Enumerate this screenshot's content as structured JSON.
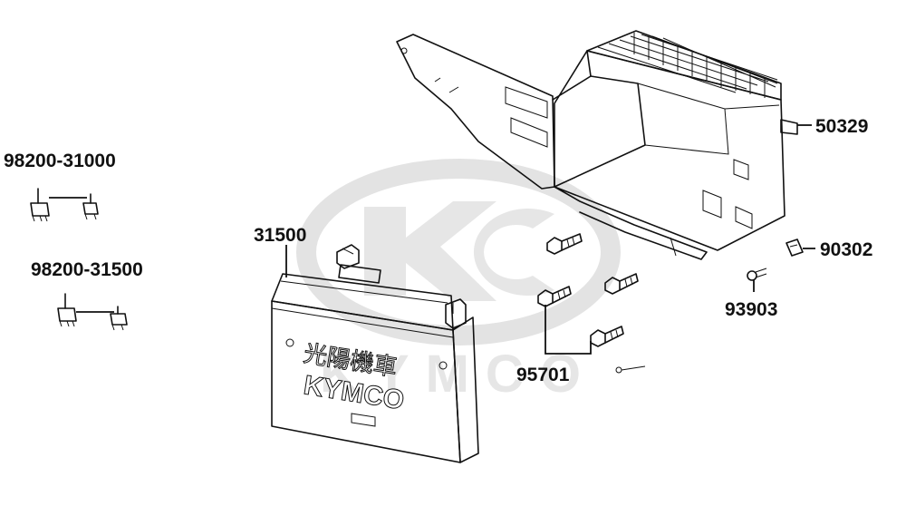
{
  "watermark": {
    "logo": "KYMCO",
    "color": "#e3e3e3"
  },
  "labels": {
    "fuse_main": "98200-31000",
    "fuse_sub": "98200-31500",
    "battery": "31500",
    "battery_case": "50329",
    "clip_nut": "90302",
    "screw": "93903",
    "bolt": "95701"
  },
  "battery_markings": {
    "chinese": "光陽機車",
    "brand": "KYMCO"
  },
  "colors": {
    "line": "#111111",
    "background": "#ffffff"
  }
}
